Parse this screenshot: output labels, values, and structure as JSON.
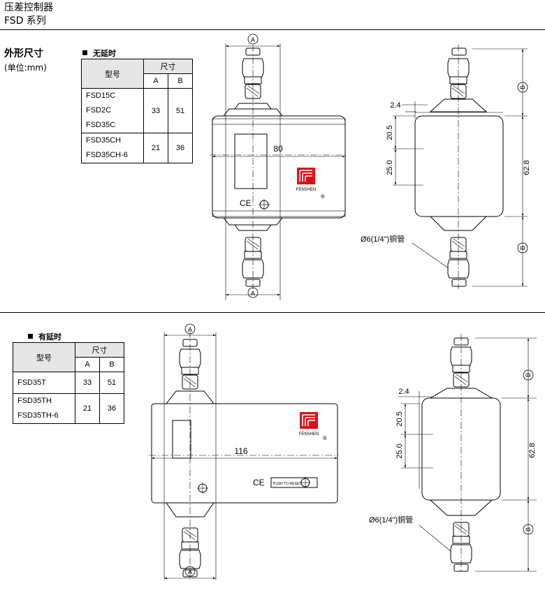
{
  "header": {
    "title": "压差控制器",
    "series": "FSD 系列"
  },
  "section": {
    "title": "外形尺寸",
    "unit": "(单位:mm)"
  },
  "table1": {
    "caption": "无延时",
    "h_model": "型号",
    "h_size": "尺寸",
    "h_a": "A",
    "h_b": "B",
    "g1_models": [
      "FSD15C",
      "FSD2C",
      "FSD35C"
    ],
    "g1_a": "33",
    "g1_b": "51",
    "g2_models": [
      "FSD35CH",
      "FSD35CH-6"
    ],
    "g2_a": "21",
    "g2_b": "36"
  },
  "table2": {
    "caption": "有延时",
    "h_model": "型号",
    "h_size": "尺寸",
    "h_a": "A",
    "h_b": "B",
    "g1_models": [
      "FSD35T"
    ],
    "g1_a": "33",
    "g1_b": "51",
    "g2_models": [
      "FSD35TH",
      "FSD35TH-6"
    ],
    "g2_a": "21",
    "g2_b": "36"
  },
  "drawing1": {
    "label_a": "A",
    "label_b": "B",
    "width": "80",
    "d_24": "2.4",
    "d_205": "20.5",
    "d_250": "25.0",
    "d_628": "62.8",
    "pipe": "Ø6(1/4\")铜管",
    "brand": "FENSHEN",
    "reg": "®",
    "ce": "CE"
  },
  "drawing2": {
    "label_a": "A",
    "label_b": "B",
    "width": "116",
    "d_24": "2.4",
    "d_205": "20.5",
    "d_250": "25.0",
    "d_628": "62.8",
    "pipe": "Ø6(1/4\")铜管",
    "brand": "FENSHEN",
    "reg": "®",
    "ce": "CE",
    "reset": "PUSH TO RESET"
  }
}
